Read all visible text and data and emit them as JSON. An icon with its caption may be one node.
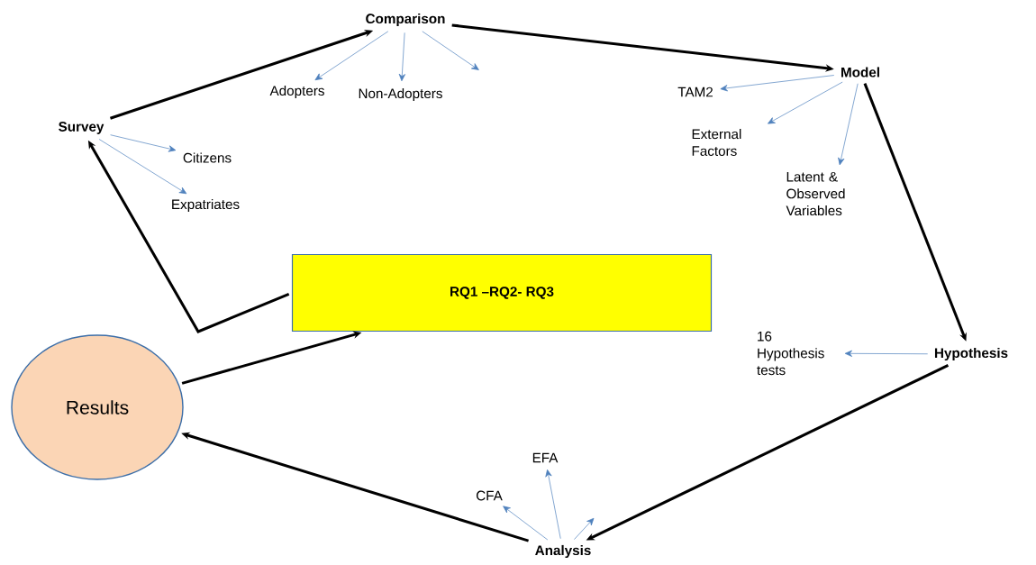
{
  "diagram": {
    "nodes": [
      {
        "text": [
          "Survey"
        ]
      },
      {
        "text": [
          "Citizens"
        ]
      },
      {
        "text": [
          "Expatriates"
        ]
      },
      {
        "text": [
          "Comparison"
        ]
      },
      {
        "text": [
          "Adopters"
        ]
      },
      {
        "text": [
          "Non-Adopters"
        ]
      },
      {
        "text": [
          "Model"
        ]
      },
      {
        "text": [
          "TAM2"
        ]
      },
      {
        "text": [
          "External Factors"
        ]
      },
      {
        "text": [
          "Latent & Observed Variables"
        ]
      },
      {
        "text": [
          "RQ1 –RQ2- RQ3"
        ]
      },
      {
        "text": [
          "Results"
        ]
      },
      {
        "text": [
          "Hypothesis"
        ]
      },
      {
        "text": [
          "16 Hypothesis tests"
        ]
      },
      {
        "text": [
          "Analysis"
        ]
      },
      {
        "text": [
          "CFA"
        ]
      },
      {
        "text": [
          "EFA"
        ]
      }
    ],
    "edges": [
      {
        "from": 0,
        "to": 3,
        "arrow": "to",
        "style": "thick",
        "color": "#000000"
      },
      {
        "from": 3,
        "to": 6,
        "arrow": "to",
        "style": "thick",
        "color": "#000000"
      },
      {
        "from": 6,
        "to": 12,
        "arrow": "to",
        "style": "thick",
        "color": "#000000"
      },
      {
        "from": 12,
        "to": 14,
        "arrow": "to",
        "style": "thick",
        "color": "#000000"
      },
      {
        "from": 14,
        "to": 11,
        "arrow": "to",
        "style": "thick",
        "color": "#000000"
      },
      {
        "from": 11,
        "to": 10,
        "arrow": "to",
        "style": "thick",
        "color": "#000000"
      },
      {
        "from": 10,
        "to": 0,
        "arrow": "to",
        "style": "thick",
        "color": "#000000"
      },
      {
        "from": 0,
        "to": 1,
        "arrow": "to"
      },
      {
        "from": 0,
        "to": 2,
        "arrow": "to"
      },
      {
        "from": 3,
        "to": 4,
        "arrow": "to"
      },
      {
        "from": 3,
        "to": 5,
        "arrow": "to"
      },
      {
        "from": 3,
        "to": null,
        "arrow": "to"
      },
      {
        "from": 6,
        "to": 7,
        "arrow": "to"
      },
      {
        "from": 6,
        "to": 8,
        "arrow": "to"
      },
      {
        "from": 6,
        "to": 9,
        "arrow": "to"
      },
      {
        "from": 12,
        "to": 13,
        "arrow": "to"
      },
      {
        "from": 14,
        "to": 15,
        "arrow": "to"
      },
      {
        "from": 14,
        "to": 16,
        "arrow": "to"
      },
      {
        "from": 14,
        "to": null,
        "arrow": "to"
      }
    ]
  }
}
